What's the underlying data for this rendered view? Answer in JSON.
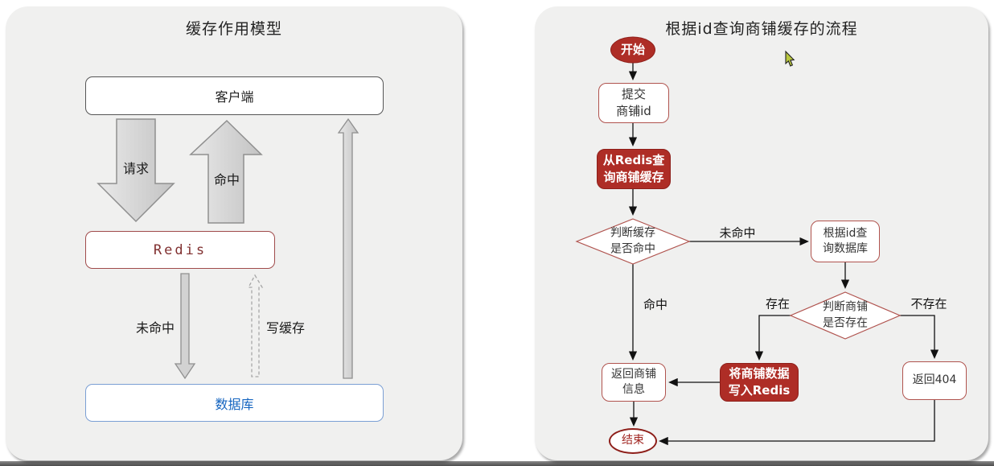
{
  "left_panel": {
    "title": "缓存作用模型",
    "nodes": {
      "client": "客户端",
      "redis": "Redis",
      "database": "数据库"
    },
    "labels": {
      "request": "请求",
      "hit": "命中",
      "miss": "未命中",
      "write_cache": "写缓存"
    }
  },
  "right_panel": {
    "title": "根据id查询商铺缓存的流程",
    "nodes": {
      "start": "开始",
      "submit_id": "提交\n商铺id",
      "query_redis": "从Redis查\n询商铺缓存",
      "check_hit": "判断缓存\n是否命中",
      "query_db": "根据id查\n询数据库",
      "check_exists": "判断商铺\n是否存在",
      "return_info": "返回商铺\n信息",
      "write_redis": "将商铺数据\n写入Redis",
      "return_404": "返回404",
      "end": "结束"
    },
    "edge_labels": {
      "miss": "未命中",
      "hit": "命中",
      "exists": "存在",
      "not_exists": "不存在"
    }
  },
  "colors": {
    "accent_red_fill": "#ae2d26",
    "node_border_red": "#b0534e",
    "terminator_border": "#8e1f1a",
    "database_blue": "#1565c0",
    "panel_bg": "#f0f0ef",
    "arrow_gray": "#d4d4d4"
  }
}
